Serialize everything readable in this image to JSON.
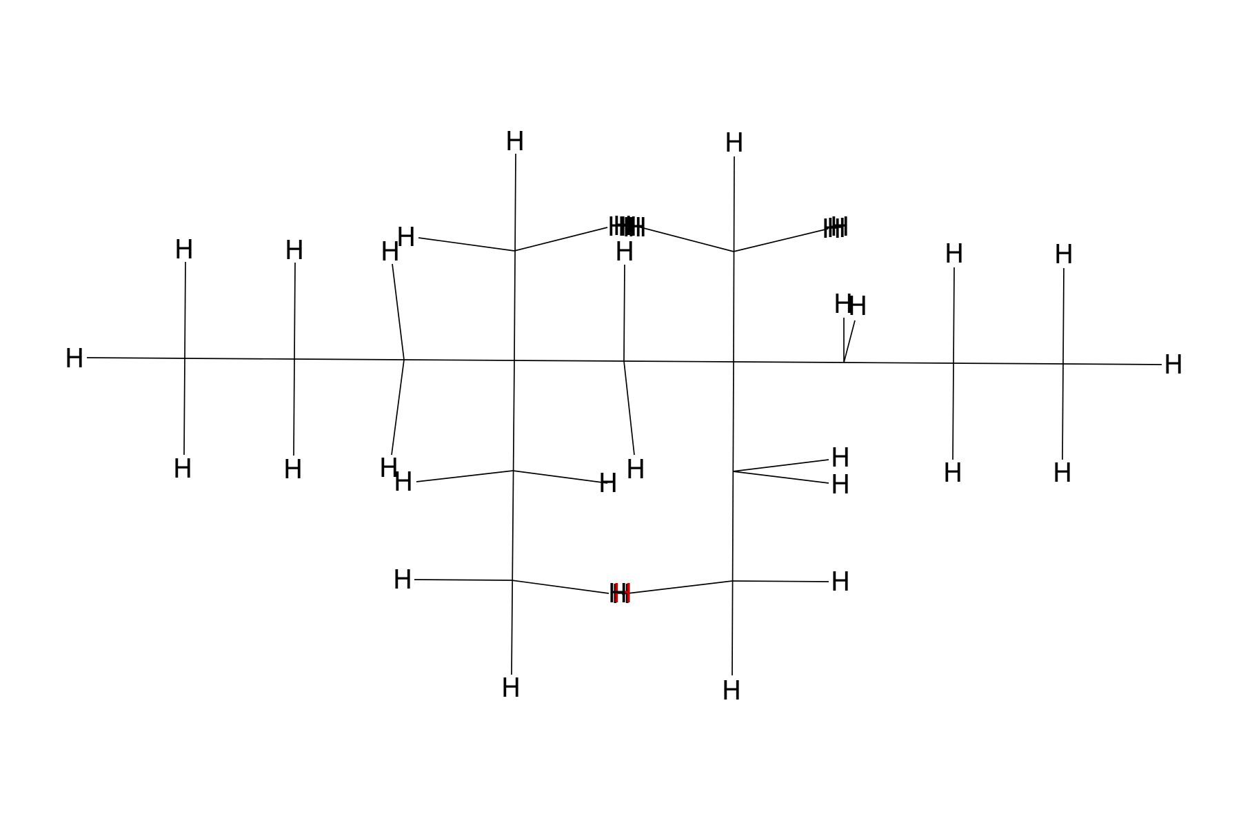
{
  "molecule": {
    "bond_color": "#000000",
    "label_color_default": "#000000",
    "label_color_highlight": "#cc0000",
    "labels": [
      {
        "text": "H",
        "color": "#000000"
      },
      {
        "text": "H",
        "color": "#000000"
      },
      {
        "text": "H",
        "color": "#000000"
      },
      {
        "text": "H",
        "color": "#000000"
      },
      {
        "text": "H",
        "color": "#000000"
      },
      {
        "text": "H",
        "color": "#000000"
      },
      {
        "text": "H",
        "color": "#000000"
      },
      {
        "text": "H",
        "color": "#000000"
      },
      {
        "text": "H",
        "color": "#000000"
      },
      {
        "text": "H",
        "color": "#000000"
      },
      {
        "text": "H",
        "color": "#000000"
      },
      {
        "text": "H",
        "color": "#000000"
      },
      {
        "text": "H",
        "color": "#000000"
      },
      {
        "text": "H",
        "color": "#000000"
      },
      {
        "text": "H",
        "color": "#000000"
      },
      {
        "text": "H",
        "color": "#000000"
      },
      {
        "text": "H",
        "color": "#000000"
      },
      {
        "text": "H",
        "color": "#000000"
      },
      {
        "text": "H",
        "color": "#000000"
      },
      {
        "text": "H",
        "color": "#000000"
      },
      {
        "text": "H",
        "color": "#000000"
      },
      {
        "text": "H",
        "color": "#000000"
      },
      {
        "text": "H",
        "color": "#000000"
      },
      {
        "text": "H",
        "color": "#000000"
      },
      {
        "text": "H",
        "color": "#000000"
      },
      {
        "text": "H",
        "color": "#000000"
      },
      {
        "text": "H",
        "color": "#000000"
      },
      {
        "text": "H",
        "color": "#000000"
      },
      {
        "text": "H",
        "color": "#000000"
      },
      {
        "text": "H",
        "color": "#000000"
      },
      {
        "text": "H",
        "color": "#000000"
      },
      {
        "text": "H",
        "color": "#000000"
      },
      {
        "text": "H",
        "color": "#000000"
      },
      {
        "text": "H",
        "color": "#000000"
      },
      {
        "text": "H",
        "color": "#000000"
      },
      {
        "text": "H",
        "color": "#000000"
      },
      {
        "text": "H",
        "color": "#cc0000"
      },
      {
        "text": "H",
        "color": "#000000"
      }
    ]
  }
}
